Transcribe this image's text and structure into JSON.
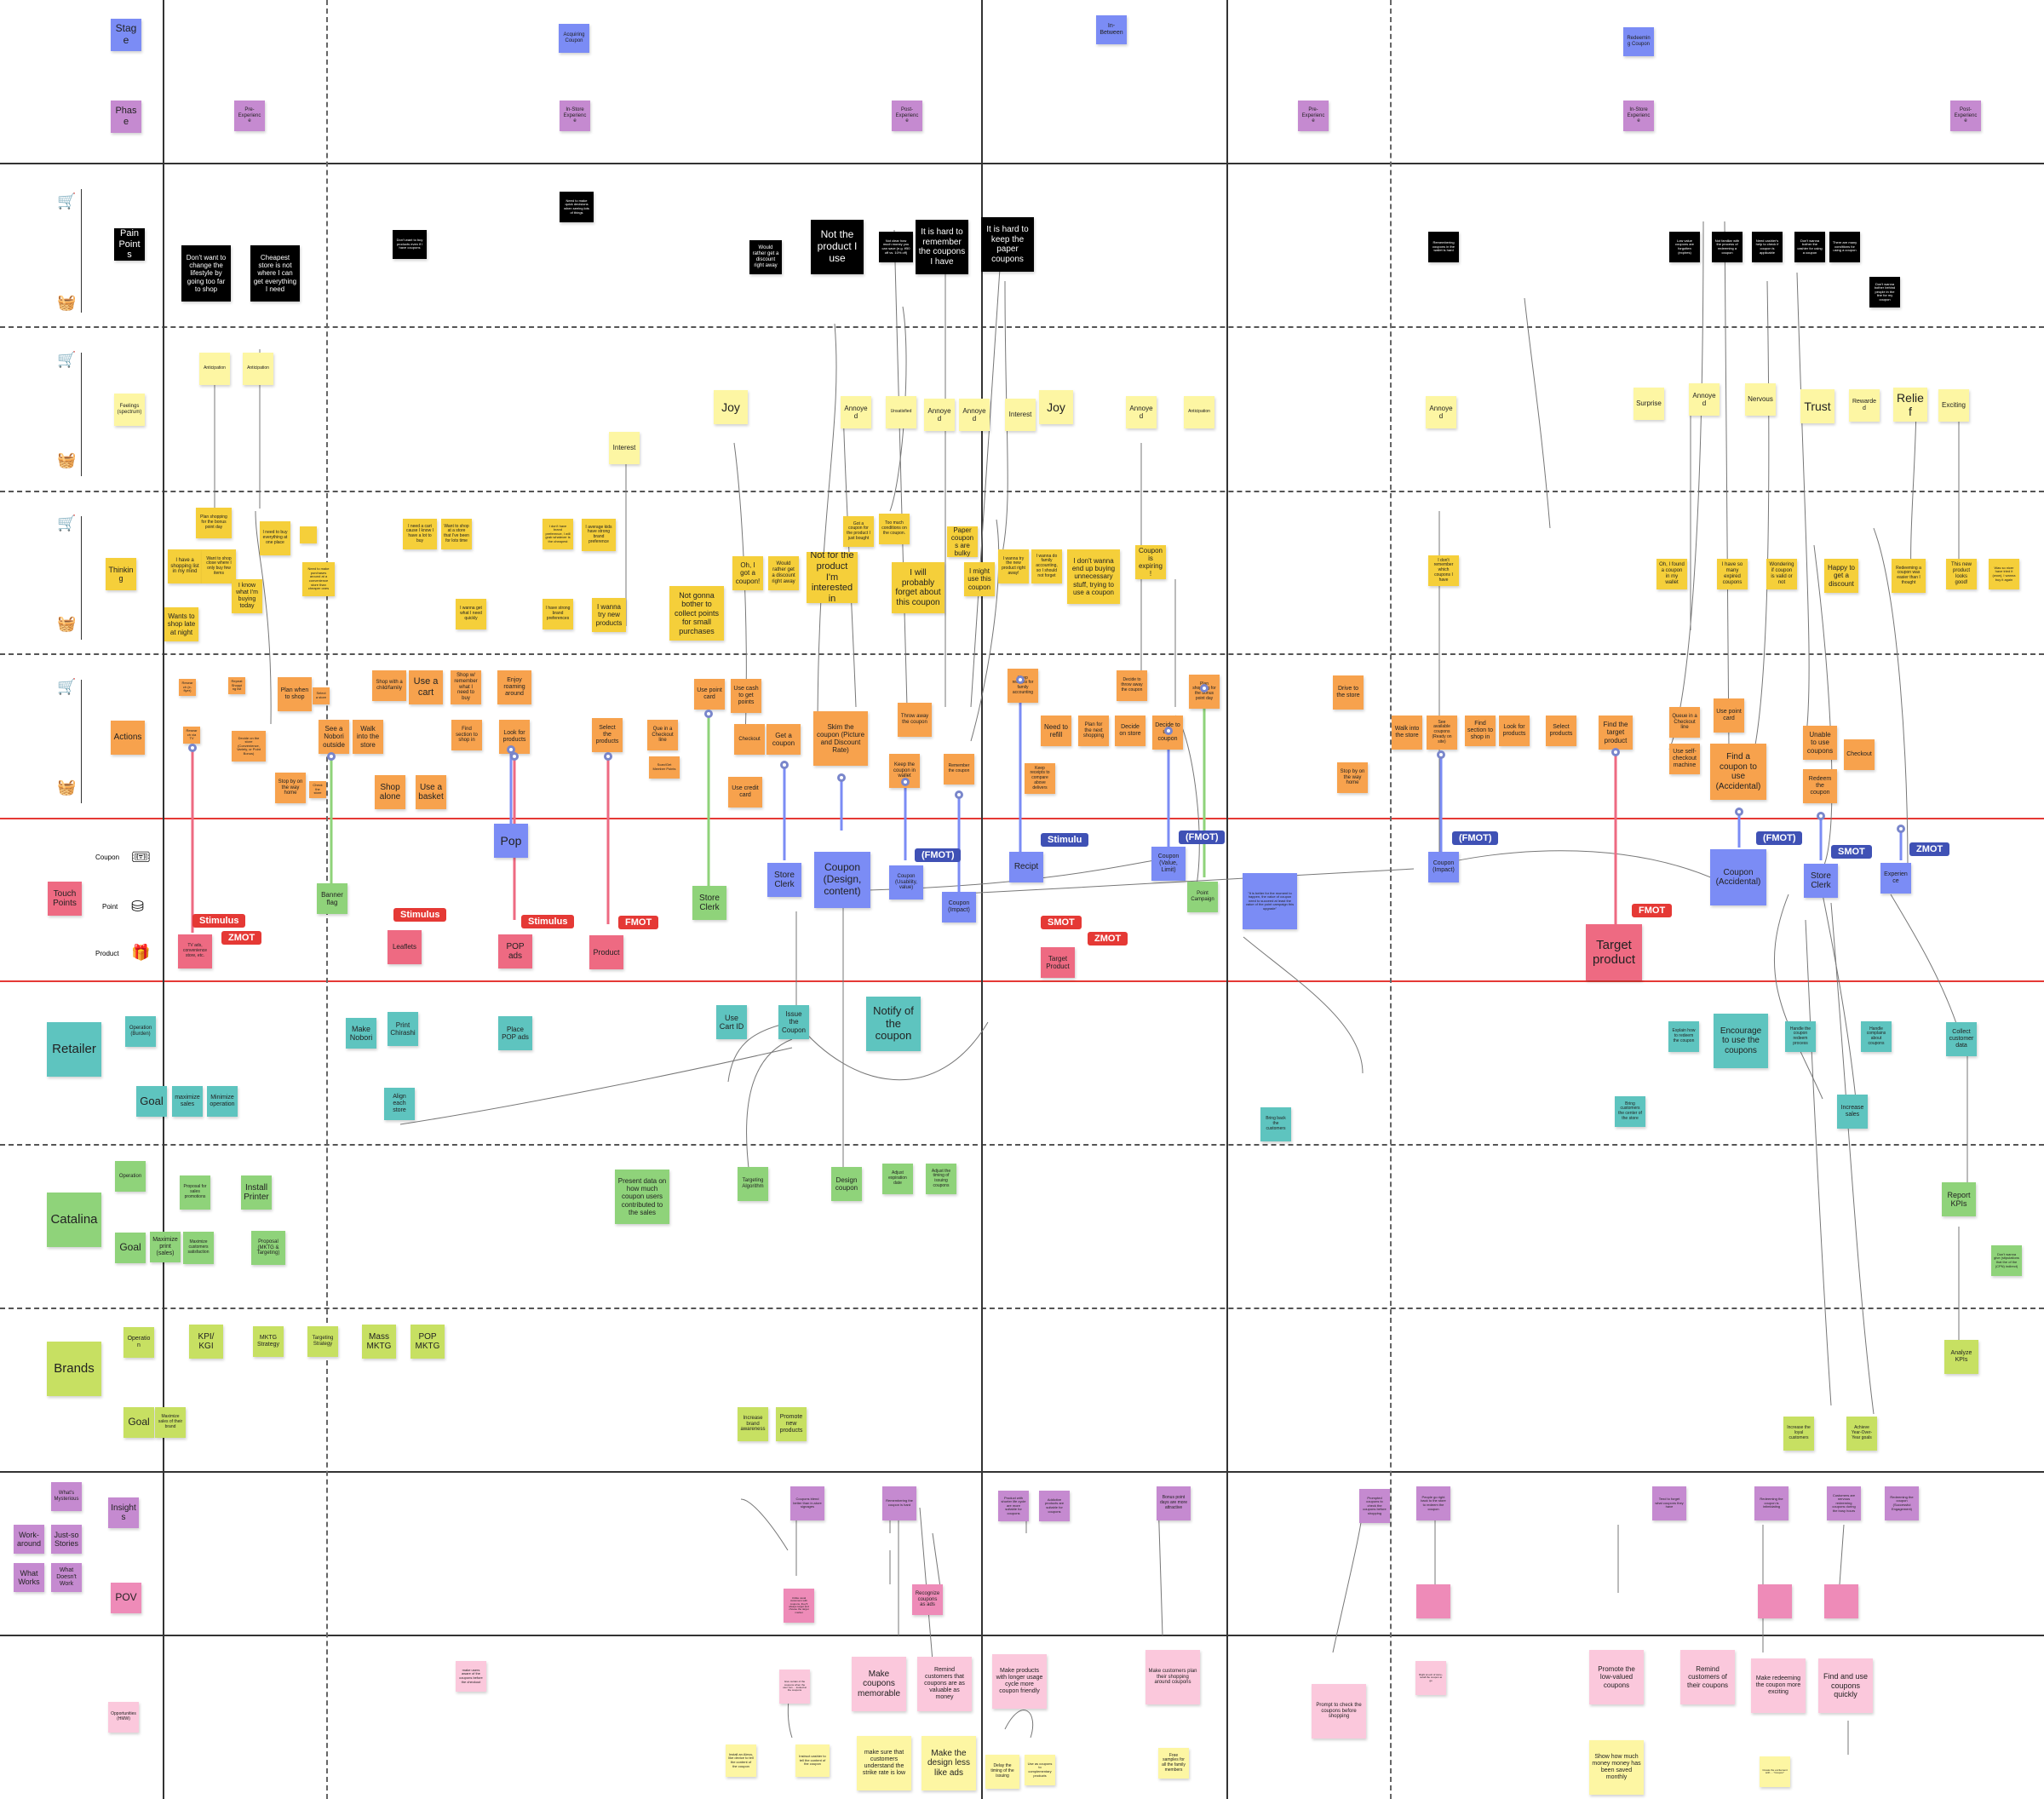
{
  "colors": {
    "stage": "#7b8cf5",
    "phase": "#c58ad0",
    "pain": "#000000",
    "feeling": "#fdf6a3",
    "thinking": "#f5cf3a",
    "action": "#f7a24d",
    "touch_blue": "#7b8cf5",
    "touch_red": "#ee6a82",
    "retailer": "#5ec4bf",
    "catalina": "#8fd37a",
    "brands": "#c7e062",
    "insight": "#c58ad0",
    "pov": "#ee8bb8",
    "opp": "#fbc8dc",
    "opp_yellow": "#fdf6a3",
    "green_tag": "#8fd37a",
    "red_tag": "#e53935",
    "navy_tag": "#3f51b5"
  },
  "rows": {
    "stage": "Stage",
    "phase": "Phase",
    "pain": "Pain Points",
    "feelings": "Feelings (spectrum)",
    "thinking": "Thinking",
    "actions": "Actions",
    "touch": "Touch Points",
    "retailer": "Retailer",
    "catalina": "Catalina",
    "brands": "Brands",
    "insights": "Insights",
    "pov": "POV",
    "opps": "Opportunities (HMW)"
  },
  "touch_labels": {
    "coupon": "Coupon",
    "point": "Point",
    "product": "Product"
  },
  "icons": {
    "cart": "cart-icon",
    "basket": "basket-icon",
    "coupon": "coupon-icon",
    "point": "points-icon",
    "product": "product-icon"
  },
  "stages": {
    "acquiring": "Acquiring Coupon",
    "between": "In-Between",
    "redeeming": "Redeeming Coupon"
  },
  "phases": {
    "pre1": "Pre-Experience",
    "in1": "In-Store Experience",
    "post1": "Post-Experience",
    "pre2": "Pre-Experience",
    "in2": "In-Store Experience",
    "post2": "Post-Experience"
  },
  "side": {
    "mysterious": "What's Mysterious",
    "workaround": "Work-around",
    "justso": "Just-so Stories",
    "works": "What Works",
    "doesnt": "What Doesn't Work"
  },
  "pain": {
    "p1": "Don't want to change the lifestyle by going too far to shop",
    "p2": "Cheapest store is not where I can get everything I need",
    "p3": "Don't want to buy products even if I have coupons",
    "p4": "Need to make quick decisions when seeing lots of things",
    "p5": "Would rather get a discount right away",
    "p6": "Not the product I use",
    "p7": "Not clear how much money you can save (e.g. ¥50 off vs. 10% off)",
    "p8": "It is hard to remember the coupons I have",
    "p9": "It is hard to keep the paper coupons",
    "p10": "Remembering coupons in the wallet is hard",
    "p11": "Low value coupons are forgotten (expires)",
    "p12": "Not familiar with the process of redeeming a coupon",
    "p13": "Need cashier's help to check if coupon is applicable",
    "p14": "Don't wanna bother the cashier for using a coupon",
    "p15": "There are many conditions for using a coupon",
    "p16": "Don't wanna bother behind people in the line for my coupon"
  },
  "feel": {
    "f1": "Anticipation",
    "f2": "Anticipation",
    "f3": "Interest",
    "f4": "Joy",
    "f5": "Annoyed",
    "f6": "Unsatisfied",
    "f7": "Annoyed",
    "f8": "Annoyed",
    "f9": "Interest",
    "f10": "Joy",
    "f11": "Annoyed",
    "f12": "Anticipation",
    "f13": "Annoyed",
    "f14": "Surprise",
    "f15": "Annoyed",
    "f16": "Nervous",
    "f17": "Trust",
    "f18": "Rewarded",
    "f19": "Relief",
    "f20": "Exciting"
  },
  "think": {
    "t1": "Plan shopping for the bonus point day",
    "t2": "I have a shopping list in my mind",
    "t3": "Want to shop close where I only buy few items",
    "t4": "I need to buy everything at one place",
    "t5": "",
    "t6": "Wants to shop late at night",
    "t7": "I know what I'm buying today",
    "t8": "Need to make purchases around at a convenience store than cheaper ones",
    "t9": "I need a cart cause I know I have a lot to buy",
    "t10": "Want to shop at a store that I've been for lots time",
    "t11": "I wanna get what I need quickly",
    "t12": "I don't have brand preference, I will grab whatever is the cheapest",
    "t13": "I average kids have strong brand preference",
    "t14": "I have strong brand preferences",
    "t15": "I wanna try new products",
    "t16": "Not gonna bother to collect points for small purchases",
    "t17": "Oh, I got a coupon!",
    "t18": "Would rather get a discount right away",
    "t19": "Got a coupon for the product I just bought",
    "t20": "Not for the product I'm interested in",
    "t21": "Too much conditions on the coupon.",
    "t22": "I will probably forget about this coupon",
    "t23": "Paper coupons are bulky",
    "t24": "I might use this coupon",
    "t25": "I wanna try the new product right away!",
    "t26": "I wanna do family accounting, so I should not forget",
    "t27": "I don't wanna end up buying unnecessary stuff, trying to use a coupon",
    "t28": "Coupon is expiring!",
    "t29": "I don't remember which coupons I have",
    "t30": "Oh, I found a coupon in my wallet",
    "t31": "I have so many expired coupons",
    "t32": "Wondering if coupon is valid or not",
    "t33": "Happy to get a discount",
    "t34": "Redeeming a coupon was easier than I thought",
    "t35": "This new product looks good!",
    "t36": "Was so nicer have tried it (wow), I wanna buy it again"
  },
  "act": {
    "a1": "Research (e-flyer)",
    "a2": "Repeat Shopping list",
    "a3": "Plan when to shop",
    "a4": "Select a store",
    "a5": "Shop with a child/family",
    "a6": "Use a cart",
    "a7": "Shop w/ remember what I need to buy",
    "a8": "Enjoy roaming around",
    "a9": "Research via TV",
    "a10": "Decide on the store (Convenience, Variety, or Point Bonus)",
    "a11": "See a Nobori outside",
    "a12": "Walk into the store",
    "a13": "Find section to shop in",
    "a14": "Look for products",
    "a15": "Stop by on the way home",
    "a16": "Check the store",
    "a17": "Shop alone",
    "a18": "Use a basket",
    "a19": "Select the products",
    "a20": "Que in a Checkout line",
    "a21": "Scan/Get Member Points",
    "a22": "Use point card",
    "a23": "Use cash to get points",
    "a24": "Checkout",
    "a25": "Get a coupon",
    "a26": "Use credit card",
    "a27": "Skim the coupon (Picture and Discount Rate)",
    "a28": "Throw away the coupon",
    "a29": "Keep the coupon in wallet",
    "a30": "Remember the coupon",
    "a31": "Keep receipts for family accounting",
    "a32": "Need to refill",
    "a33": "Keep receipts to compare above delivers",
    "a34": "Plan for the next shopping",
    "a35": "Decide on store",
    "a36": "Decide to throw away the coupon",
    "a37": "Decide to use coupon",
    "a38": "Plan shopping for the bonus point day",
    "a39": "Drive to the store",
    "a40": "Stop by on the way home",
    "a41": "Walk into the store",
    "a42": "See available coupons (Ready on site)",
    "a43": "Find section to shop in",
    "a44": "Look for products",
    "a45": "Select products",
    "a46": "Find the target product",
    "a47": "Queue in a Checkout line",
    "a48": "Use point card",
    "a49": "Use self-checkout machine",
    "a50": "Find a coupon to use (Accidental)",
    "a51": "Unable to use coupons",
    "a52": "Checkout",
    "a53": "Redeem the coupon"
  },
  "touch": {
    "k1": "TV ads, convenience store, etc.",
    "k2": "Banner flag",
    "k3": "Leaflets",
    "k4": "Pop",
    "k5": "POP ads",
    "k6": "Product",
    "k7": "Store Clerk",
    "k8": "Store Clerk",
    "k9": "Coupon (Design, content)",
    "k10": "Coupon (Usability, value)",
    "k11": "Coupon (Impact)",
    "k12": "Recipt",
    "k13": "Target Product",
    "k14": "Coupon (Value, Limit)",
    "k15": "Point Campaign",
    "k16": "\"It is better for the moment to happen, the value of coupon need to succeed at least the value of the point campaign this upgrade\"",
    "k17": "Coupon (Impact)",
    "k18": "Target product",
    "k19": "Coupon (Accidental)",
    "k20": "Store Clerk",
    "k21": "Experience"
  },
  "tags": {
    "stimulus": "Stimulus",
    "zmot": "ZMOT",
    "fmot": "FMOT",
    "smot": "SMOT",
    "fmotp": "(FMOT)",
    "stimulu": "Stimulu"
  },
  "ret": {
    "r1": "Operation (Burden)",
    "r2": "Goal",
    "r3": "maximize sales",
    "r4": "Minimize operation",
    "r5": "Make Nobori",
    "r6": "Print Chirashi",
    "r7": "Place POP ads",
    "r8": "Align each store",
    "r9": "Use Cart ID",
    "r10": "Issue the Coupon",
    "r11": "Notify of the coupon",
    "r12": "Bring back the customers",
    "r13": "Bring customers the center of the store",
    "r14": "Explain how to redeem the coupon",
    "r15": "Encourage to use the coupons",
    "r16": "Handle the coupon redeem process",
    "r17": "Handle complains about coupons",
    "r18": "Increase sales",
    "r19": "Collect customer data"
  },
  "cat": {
    "c1": "Operation",
    "c2": "Goal",
    "c3": "Proposal for sales promotions",
    "c4": "Install Printer",
    "c5": "Maximize print (sales)",
    "c6": "Maximize customers satisfaction",
    "c7": "Proposal (MKTG & Targeting)",
    "c8": "Present data on how much coupon users contributed to the sales",
    "c9": "Targeting Algorithm",
    "c10": "Design coupon",
    "c11": "Adjust expiration date",
    "c12": "Adjust the timing of issuing coupons",
    "c13": "Report KPIs",
    "c14": "Don't wanna give (stipulations that the of the (CPN) indirect)"
  },
  "brd": {
    "b1": "Operation",
    "b2": "Goal",
    "b3": "Maximize sales of their brand",
    "b4": "KPI/ KGI",
    "b5": "MKTG Strategy",
    "b6": "Targeting Strategy",
    "b7": "Mass MKTG",
    "b8": "POP MKTG",
    "b9": "Increase brand awareness",
    "b10": "Promote new products",
    "b11": "Analyze KPIs",
    "b12": "Increase the loyal customers",
    "b13": "Achieve Year-Over-Year goals"
  },
  "ins": {
    "i1": "Coupons blend better than in-store signages",
    "i2": "Remembering the coupon is hard",
    "i3": "Product with shorter life cycle are more suitable for coupons",
    "i4": "Addictive products are suitable for coupons",
    "i5": "Bonus point days are more attractive",
    "i6": "Prompted coupons to check the coupons before shopping",
    "i7": "People go right back to the store to redeem the coupon",
    "i8": "Tend to forget what coupons they have",
    "i9": "Redeeming the coupon is intimidating",
    "i10": "Customers are nervous redeeming coupons during the busy hours",
    "i11": "Redeeming the coupon (Successful Engagement)"
  },
  "pov": {
    "v1": "Unlike usual customers with coupons, they'll always target and choose the target market",
    "v2": "Recognize coupons as ads",
    "v3": "",
    "v4": "",
    "v5": ""
  },
  "opp": {
    "o1": "make users aware of the coupons before the checkout",
    "o2": "Give certain of the coupons when the user can ... looked at the coupons",
    "o3": "Install an Alexa-like device to tell the content of the coupon",
    "o4": "Instruct cashier to tell the content of the coupon",
    "o5": "Make coupons memorable",
    "o6": "Remind customers that coupons are as valuable as money",
    "o7": "make sure that customers understand the strike rate is low",
    "o8": "Make the design less like ads",
    "o9": "Make products with longer usage cycle more coupon friendly",
    "o10": "Delay the timing of the issuing",
    "o11": "Use as coupons to complementary products",
    "o12": "Make customers plan their shopping around coupons",
    "o13": "Free samples for all the family members",
    "o14": "Prompt to check the coupons before shopping",
    "o15": "Right at exit of store-recall the coupon at go",
    "o16": "Promote the low-valued coupons",
    "o17": "Show how much money money has been saved monthly",
    "o18": "Remind customers of their coupons",
    "o19": "Make redeeming the coupon more exciting",
    "o20": "Create the excitement with ... \"Coupon\"",
    "o21": "Find and use coupons quickly"
  }
}
